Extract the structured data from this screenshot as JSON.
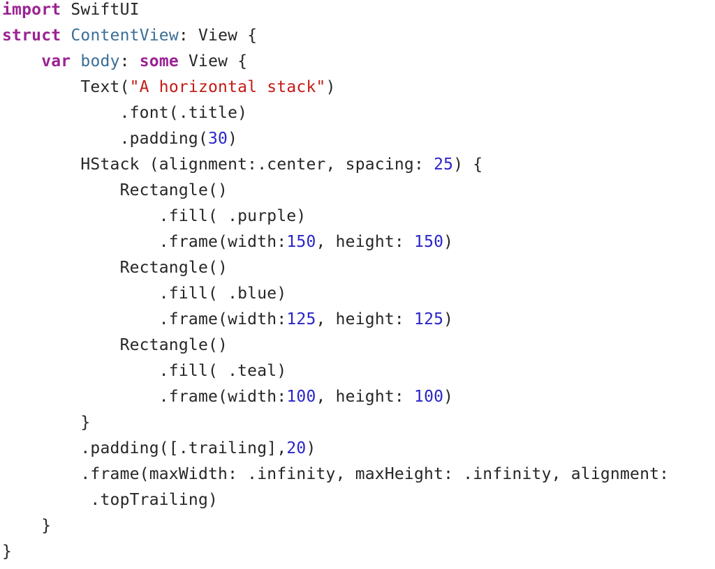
{
  "editor": {
    "language": "swift",
    "colors": {
      "background": "#ffffff",
      "plain": "#262626",
      "keyword": "#9b2393",
      "type": "#3a6e96",
      "string": "#c41a16",
      "number": "#2a25c8"
    },
    "lines": [
      [
        {
          "t": "kw",
          "v": "import"
        },
        {
          "t": "plain",
          "v": " SwiftUI"
        }
      ],
      [
        {
          "t": "kw",
          "v": "struct"
        },
        {
          "t": "plain",
          "v": " "
        },
        {
          "t": "type",
          "v": "ContentView"
        },
        {
          "t": "plain",
          "v": ": View {"
        }
      ],
      [
        {
          "t": "plain",
          "v": "    "
        },
        {
          "t": "kw",
          "v": "var"
        },
        {
          "t": "plain",
          "v": " "
        },
        {
          "t": "type",
          "v": "body"
        },
        {
          "t": "plain",
          "v": ": "
        },
        {
          "t": "kw",
          "v": "some"
        },
        {
          "t": "plain",
          "v": " View {"
        }
      ],
      [
        {
          "t": "plain",
          "v": "        Text("
        },
        {
          "t": "str",
          "v": "\"A horizontal stack\""
        },
        {
          "t": "plain",
          "v": ")"
        }
      ],
      [
        {
          "t": "plain",
          "v": "            .font(.title)"
        }
      ],
      [
        {
          "t": "plain",
          "v": "            .padding("
        },
        {
          "t": "num",
          "v": "30"
        },
        {
          "t": "plain",
          "v": ")"
        }
      ],
      [
        {
          "t": "plain",
          "v": "        HStack (alignment:.center, spacing: "
        },
        {
          "t": "num",
          "v": "25"
        },
        {
          "t": "plain",
          "v": ") {"
        }
      ],
      [
        {
          "t": "plain",
          "v": "            Rectangle()"
        }
      ],
      [
        {
          "t": "plain",
          "v": "                .fill( .purple)"
        }
      ],
      [
        {
          "t": "plain",
          "v": "                .frame(width:"
        },
        {
          "t": "num",
          "v": "150"
        },
        {
          "t": "plain",
          "v": ", height: "
        },
        {
          "t": "num",
          "v": "150"
        },
        {
          "t": "plain",
          "v": ")"
        }
      ],
      [
        {
          "t": "plain",
          "v": "            Rectangle()"
        }
      ],
      [
        {
          "t": "plain",
          "v": "                .fill( .blue)"
        }
      ],
      [
        {
          "t": "plain",
          "v": "                .frame(width:"
        },
        {
          "t": "num",
          "v": "125"
        },
        {
          "t": "plain",
          "v": ", height: "
        },
        {
          "t": "num",
          "v": "125"
        },
        {
          "t": "plain",
          "v": ")"
        }
      ],
      [
        {
          "t": "plain",
          "v": "            Rectangle()"
        }
      ],
      [
        {
          "t": "plain",
          "v": "                .fill( .teal)"
        }
      ],
      [
        {
          "t": "plain",
          "v": "                .frame(width:"
        },
        {
          "t": "num",
          "v": "100"
        },
        {
          "t": "plain",
          "v": ", height: "
        },
        {
          "t": "num",
          "v": "100"
        },
        {
          "t": "plain",
          "v": ")"
        }
      ],
      [
        {
          "t": "plain",
          "v": "        }"
        }
      ],
      [
        {
          "t": "plain",
          "v": "        .padding([.trailing],"
        },
        {
          "t": "num",
          "v": "20"
        },
        {
          "t": "plain",
          "v": ")"
        }
      ],
      [
        {
          "t": "plain",
          "v": "        .frame(maxWidth: .infinity, maxHeight: .infinity, alignment:"
        }
      ],
      [
        {
          "t": "plain",
          "v": "         .topTrailing)"
        }
      ],
      [
        {
          "t": "plain",
          "v": "    }"
        }
      ],
      [
        {
          "t": "plain",
          "v": "}"
        }
      ]
    ]
  }
}
